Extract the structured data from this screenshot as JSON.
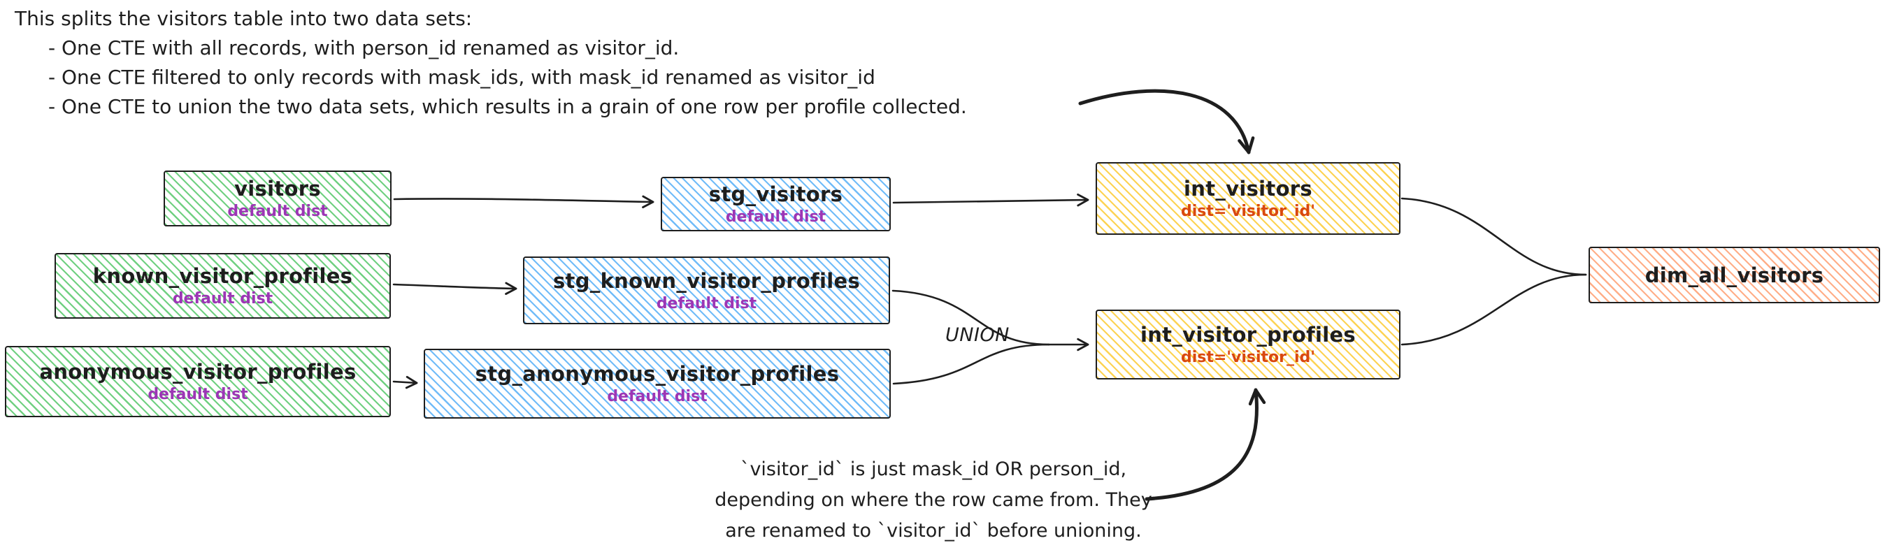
{
  "annotations": {
    "top": {
      "intro": "This splits the visitors table into two data sets:",
      "bullets": [
        "- One CTE with all records, with person_id renamed as visitor_id.",
        "- One CTE filtered to only records with mask_ids, with mask_id renamed as visitor_id",
        "- One CTE to union the two data sets, which results in a grain of one row per profile collected."
      ]
    },
    "union_label": "UNION",
    "bottom": {
      "lines": [
        "`visitor_id` is just mask_id OR person_id,",
        "depending on where the row came from. They",
        "are renamed to `visitor_id` before unioning."
      ]
    }
  },
  "nodes": {
    "visitors": {
      "title": "visitors",
      "subtitle": "default dist"
    },
    "stg_visitors": {
      "title": "stg_visitors",
      "subtitle": "default dist"
    },
    "int_visitors": {
      "title": "int_visitors",
      "subtitle": "dist='visitor_id'"
    },
    "known_visitor_profiles": {
      "title": "known_visitor_profiles",
      "subtitle": "default dist"
    },
    "stg_known_visitor_profiles": {
      "title": "stg_known_visitor_profiles",
      "subtitle": "default dist"
    },
    "anonymous_visitor_profiles": {
      "title": "anonymous_visitor_profiles",
      "subtitle": "default dist"
    },
    "stg_anonymous_visitor_profiles": {
      "title": "stg_anonymous_visitor_profiles",
      "subtitle": "default dist"
    },
    "int_visitor_profiles": {
      "title": "int_visitor_profiles",
      "subtitle": "dist='visitor_id'"
    },
    "dim_all_visitors": {
      "title": "dim_all_visitors"
    }
  },
  "colors": {
    "source_fill": "#40c057",
    "staging_fill": "#4dabf7",
    "intermediate_fill": "#fcc419",
    "mart_fill": "#ff8c55",
    "stroke": "#1e1e1e",
    "default_dist_text": "#9c36b5",
    "visitor_id_dist_text": "#d9480f"
  }
}
